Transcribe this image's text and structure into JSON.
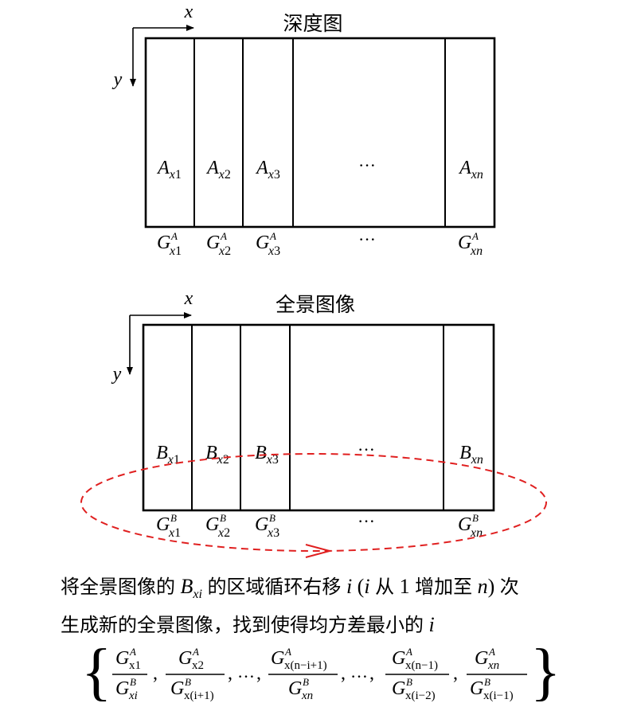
{
  "axes": {
    "x_label": "x",
    "y_label": "y"
  },
  "top_panel": {
    "title": "深度图",
    "regions": [
      {
        "base": "A",
        "sub": "x1"
      },
      {
        "base": "A",
        "sub": "x2"
      },
      {
        "base": "A",
        "sub": "x3"
      },
      {
        "base": "A",
        "sub": "xn"
      }
    ],
    "ellipsis": "···",
    "grads": [
      {
        "base": "G",
        "sup": "A",
        "sub": "x1"
      },
      {
        "base": "G",
        "sup": "A",
        "sub": "x2"
      },
      {
        "base": "G",
        "sup": "A",
        "sub": "x3"
      },
      {
        "base": "G",
        "sup": "A",
        "sub": "xn"
      }
    ]
  },
  "bottom_panel": {
    "title": "全景图像",
    "regions": [
      {
        "base": "B",
        "sub": "x1"
      },
      {
        "base": "B",
        "sub": "x2"
      },
      {
        "base": "B",
        "sub": "x3"
      },
      {
        "base": "B",
        "sub": "xn"
      }
    ],
    "ellipsis": "···",
    "grads": [
      {
        "base": "G",
        "sup": "B",
        "sub": "x1"
      },
      {
        "base": "G",
        "sup": "B",
        "sub": "x2"
      },
      {
        "base": "G",
        "sup": "B",
        "sub": "x3"
      },
      {
        "base": "G",
        "sup": "B",
        "sub": "xn"
      }
    ]
  },
  "cycle_color": "#e02020",
  "caption": {
    "line1_a": "将全景图像的",
    "line1_b_base": "B",
    "line1_b_sub": "xi",
    "line1_c": "的区域循环右移",
    "line1_i": "i",
    "line1_paren_open": "(",
    "line1_i2": "i",
    "line1_d": "从",
    "line1_one": "1",
    "line1_e": "增加至",
    "line1_n": "n",
    "line1_paren_close": ")",
    "line1_f": "次",
    "line2_a": "生成新的全景图像，找到使得均方差最小的",
    "line2_i": "i"
  },
  "formula": {
    "fractions": [
      {
        "num_sup": "A",
        "num_sub": "x1",
        "den_sup": "B",
        "den_sub": "xi"
      },
      {
        "num_sup": "A",
        "num_sub": "x2",
        "den_sup": "B",
        "den_sub": "x(i+1)"
      },
      {
        "num_sup": "A",
        "num_sub": "x(n−i+1)",
        "den_sup": "B",
        "den_sub": "xn"
      },
      {
        "num_sup": "A",
        "num_sub": "x(n−1)",
        "den_sup": "B",
        "den_sub": "x(i−2)"
      },
      {
        "num_sup": "A",
        "num_sub": "xn",
        "den_sup": "B",
        "den_sub": "x(i−1)"
      }
    ],
    "base": "G",
    "comma": ",",
    "ellipsis": "…"
  }
}
